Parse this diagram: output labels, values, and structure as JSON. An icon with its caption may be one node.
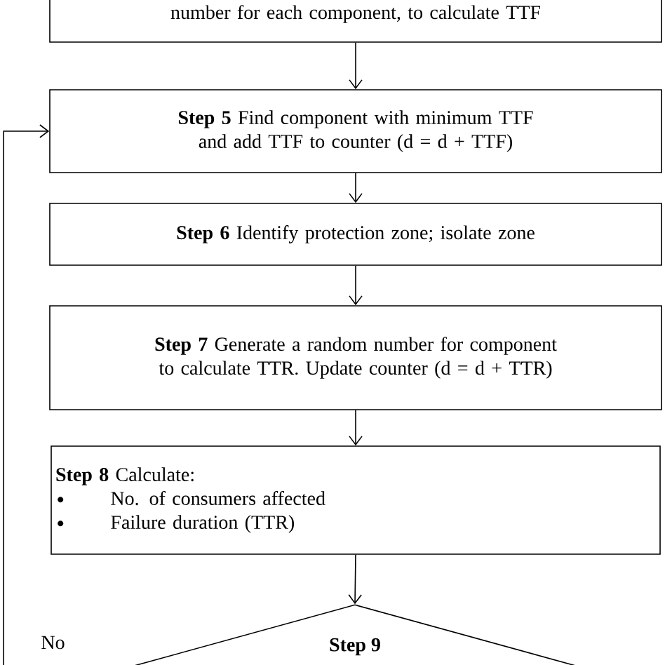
{
  "diagram": {
    "nodes": [
      {
        "text": [
          "number for each component, to calculate TTF"
        ]
      },
      {
        "text": [
          "**Step 5** Find component with minimum TTF and add TTF to counter (d =  d + TTF)"
        ]
      },
      {
        "text": [
          "**Step 6** Identify protection zone; isolate zone"
        ]
      },
      {
        "text": [
          "**Step 7** Generate a random number for component to calculate TTR. Update counter (d =  d + TTR)"
        ]
      },
      {
        "text": [
          "**Step 8** Calculate:",
          "No. of consumers affected",
          "Failure duration (TTR)"
        ]
      },
      {
        "text": [
          "**Step 9**"
        ]
      }
    ],
    "edges": [
      {
        "from": 0,
        "to": 1,
        "arrow": "to"
      },
      {
        "from": 1,
        "to": 2,
        "arrow": "to"
      },
      {
        "from": 2,
        "to": 3,
        "arrow": "to"
      },
      {
        "from": 3,
        "to": 4,
        "arrow": "to"
      },
      {
        "from": 4,
        "to": 5,
        "arrow": "to"
      },
      {
        "from": 5,
        "to": 1,
        "arrow": "to",
        "label": "No"
      }
    ]
  }
}
